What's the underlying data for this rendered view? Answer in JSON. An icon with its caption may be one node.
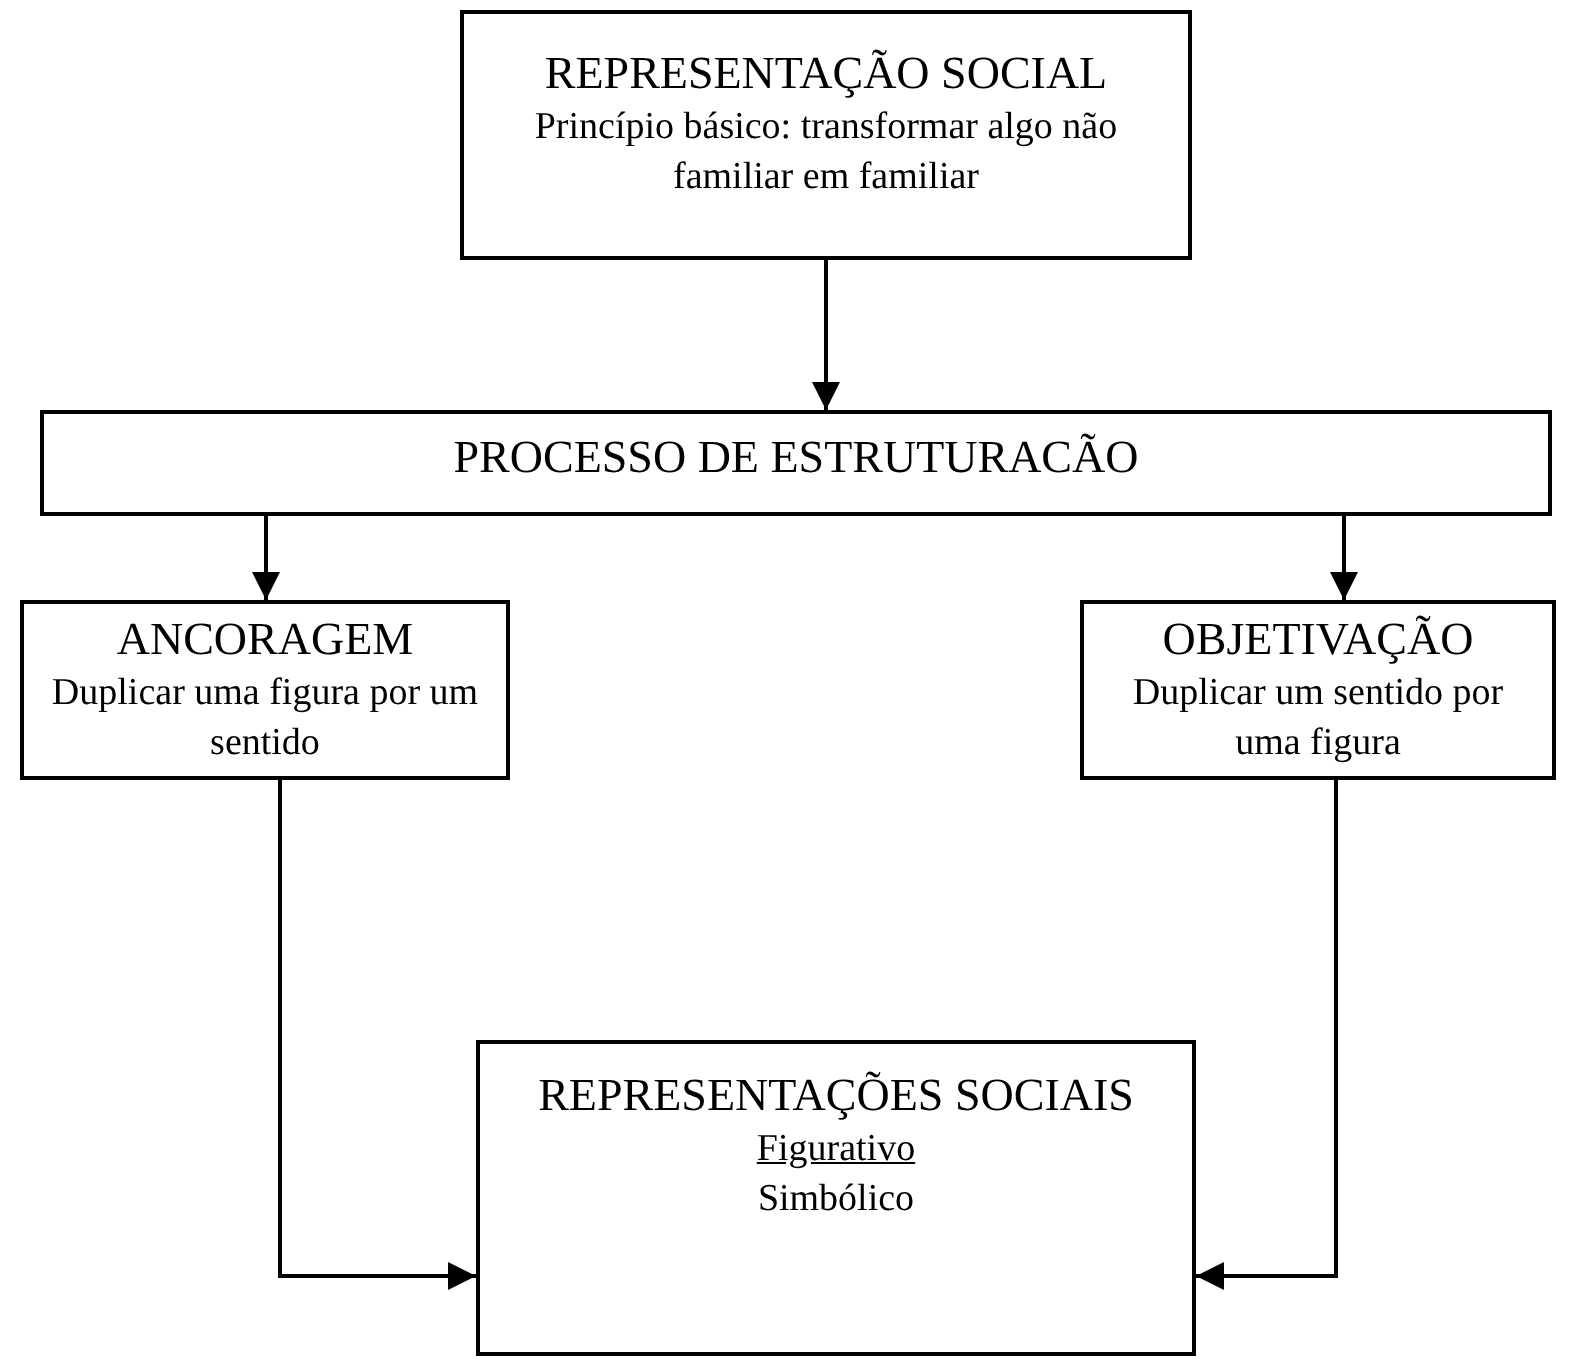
{
  "diagram": {
    "nodes": [
      {
        "text": [
          "REPRESENTAÇÃO SOCIAL",
          "Princípio básico: transformar algo não familiar em familiar"
        ]
      },
      {
        "text": [
          "PROCESSO DE ESTRUTURACÃO"
        ]
      },
      {
        "text": [
          "ANCORAGEM",
          "Duplicar uma figura por um sentido"
        ]
      },
      {
        "text": [
          "OBJETIVAÇÃO",
          "Duplicar um sentido por uma figura"
        ]
      },
      {
        "text": [
          "REPRESENTAÇÕES SOCIAIS",
          "Figurativo",
          "Simbólico"
        ]
      }
    ],
    "edges": [
      {
        "from": 0,
        "to": 1,
        "arrow": "to"
      },
      {
        "from": 1,
        "to": 2,
        "arrow": "to"
      },
      {
        "from": 1,
        "to": 3,
        "arrow": "to"
      },
      {
        "from": 2,
        "to": 4,
        "arrow": "to"
      },
      {
        "from": 3,
        "to": 4,
        "arrow": "to"
      }
    ]
  }
}
